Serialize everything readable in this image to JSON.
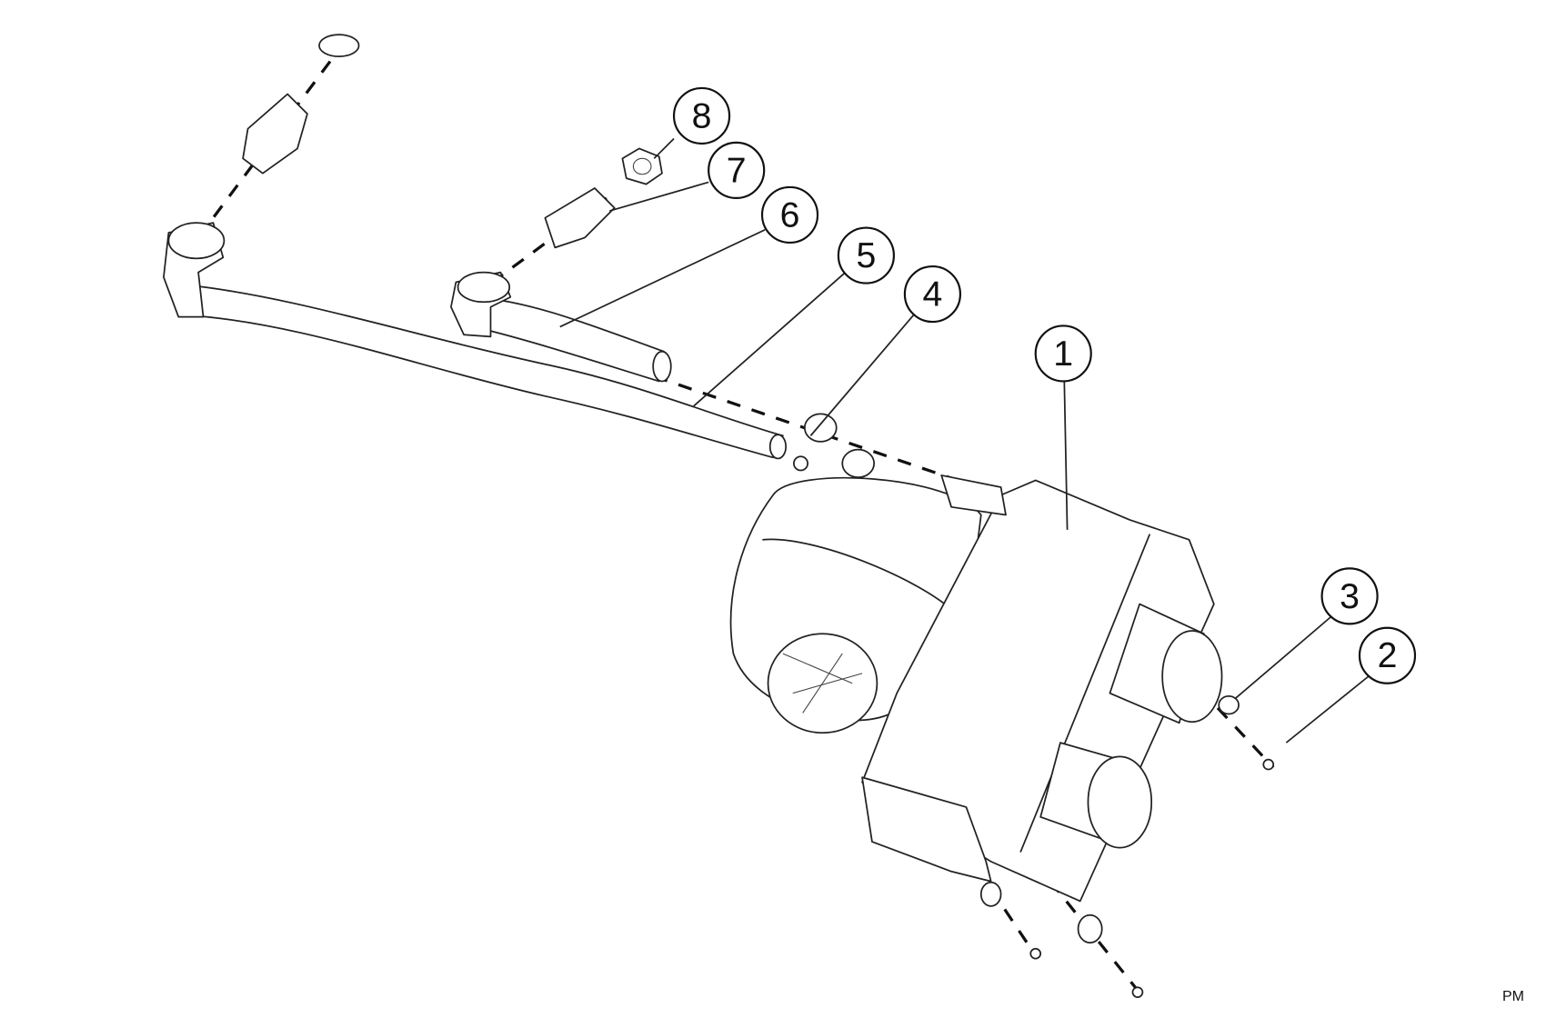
{
  "diagram": {
    "callouts": [
      {
        "number": "1"
      },
      {
        "number": "2"
      },
      {
        "number": "3"
      },
      {
        "number": "4"
      },
      {
        "number": "5"
      },
      {
        "number": "6"
      },
      {
        "number": "7"
      },
      {
        "number": "8"
      }
    ],
    "corner_label": "PM"
  }
}
